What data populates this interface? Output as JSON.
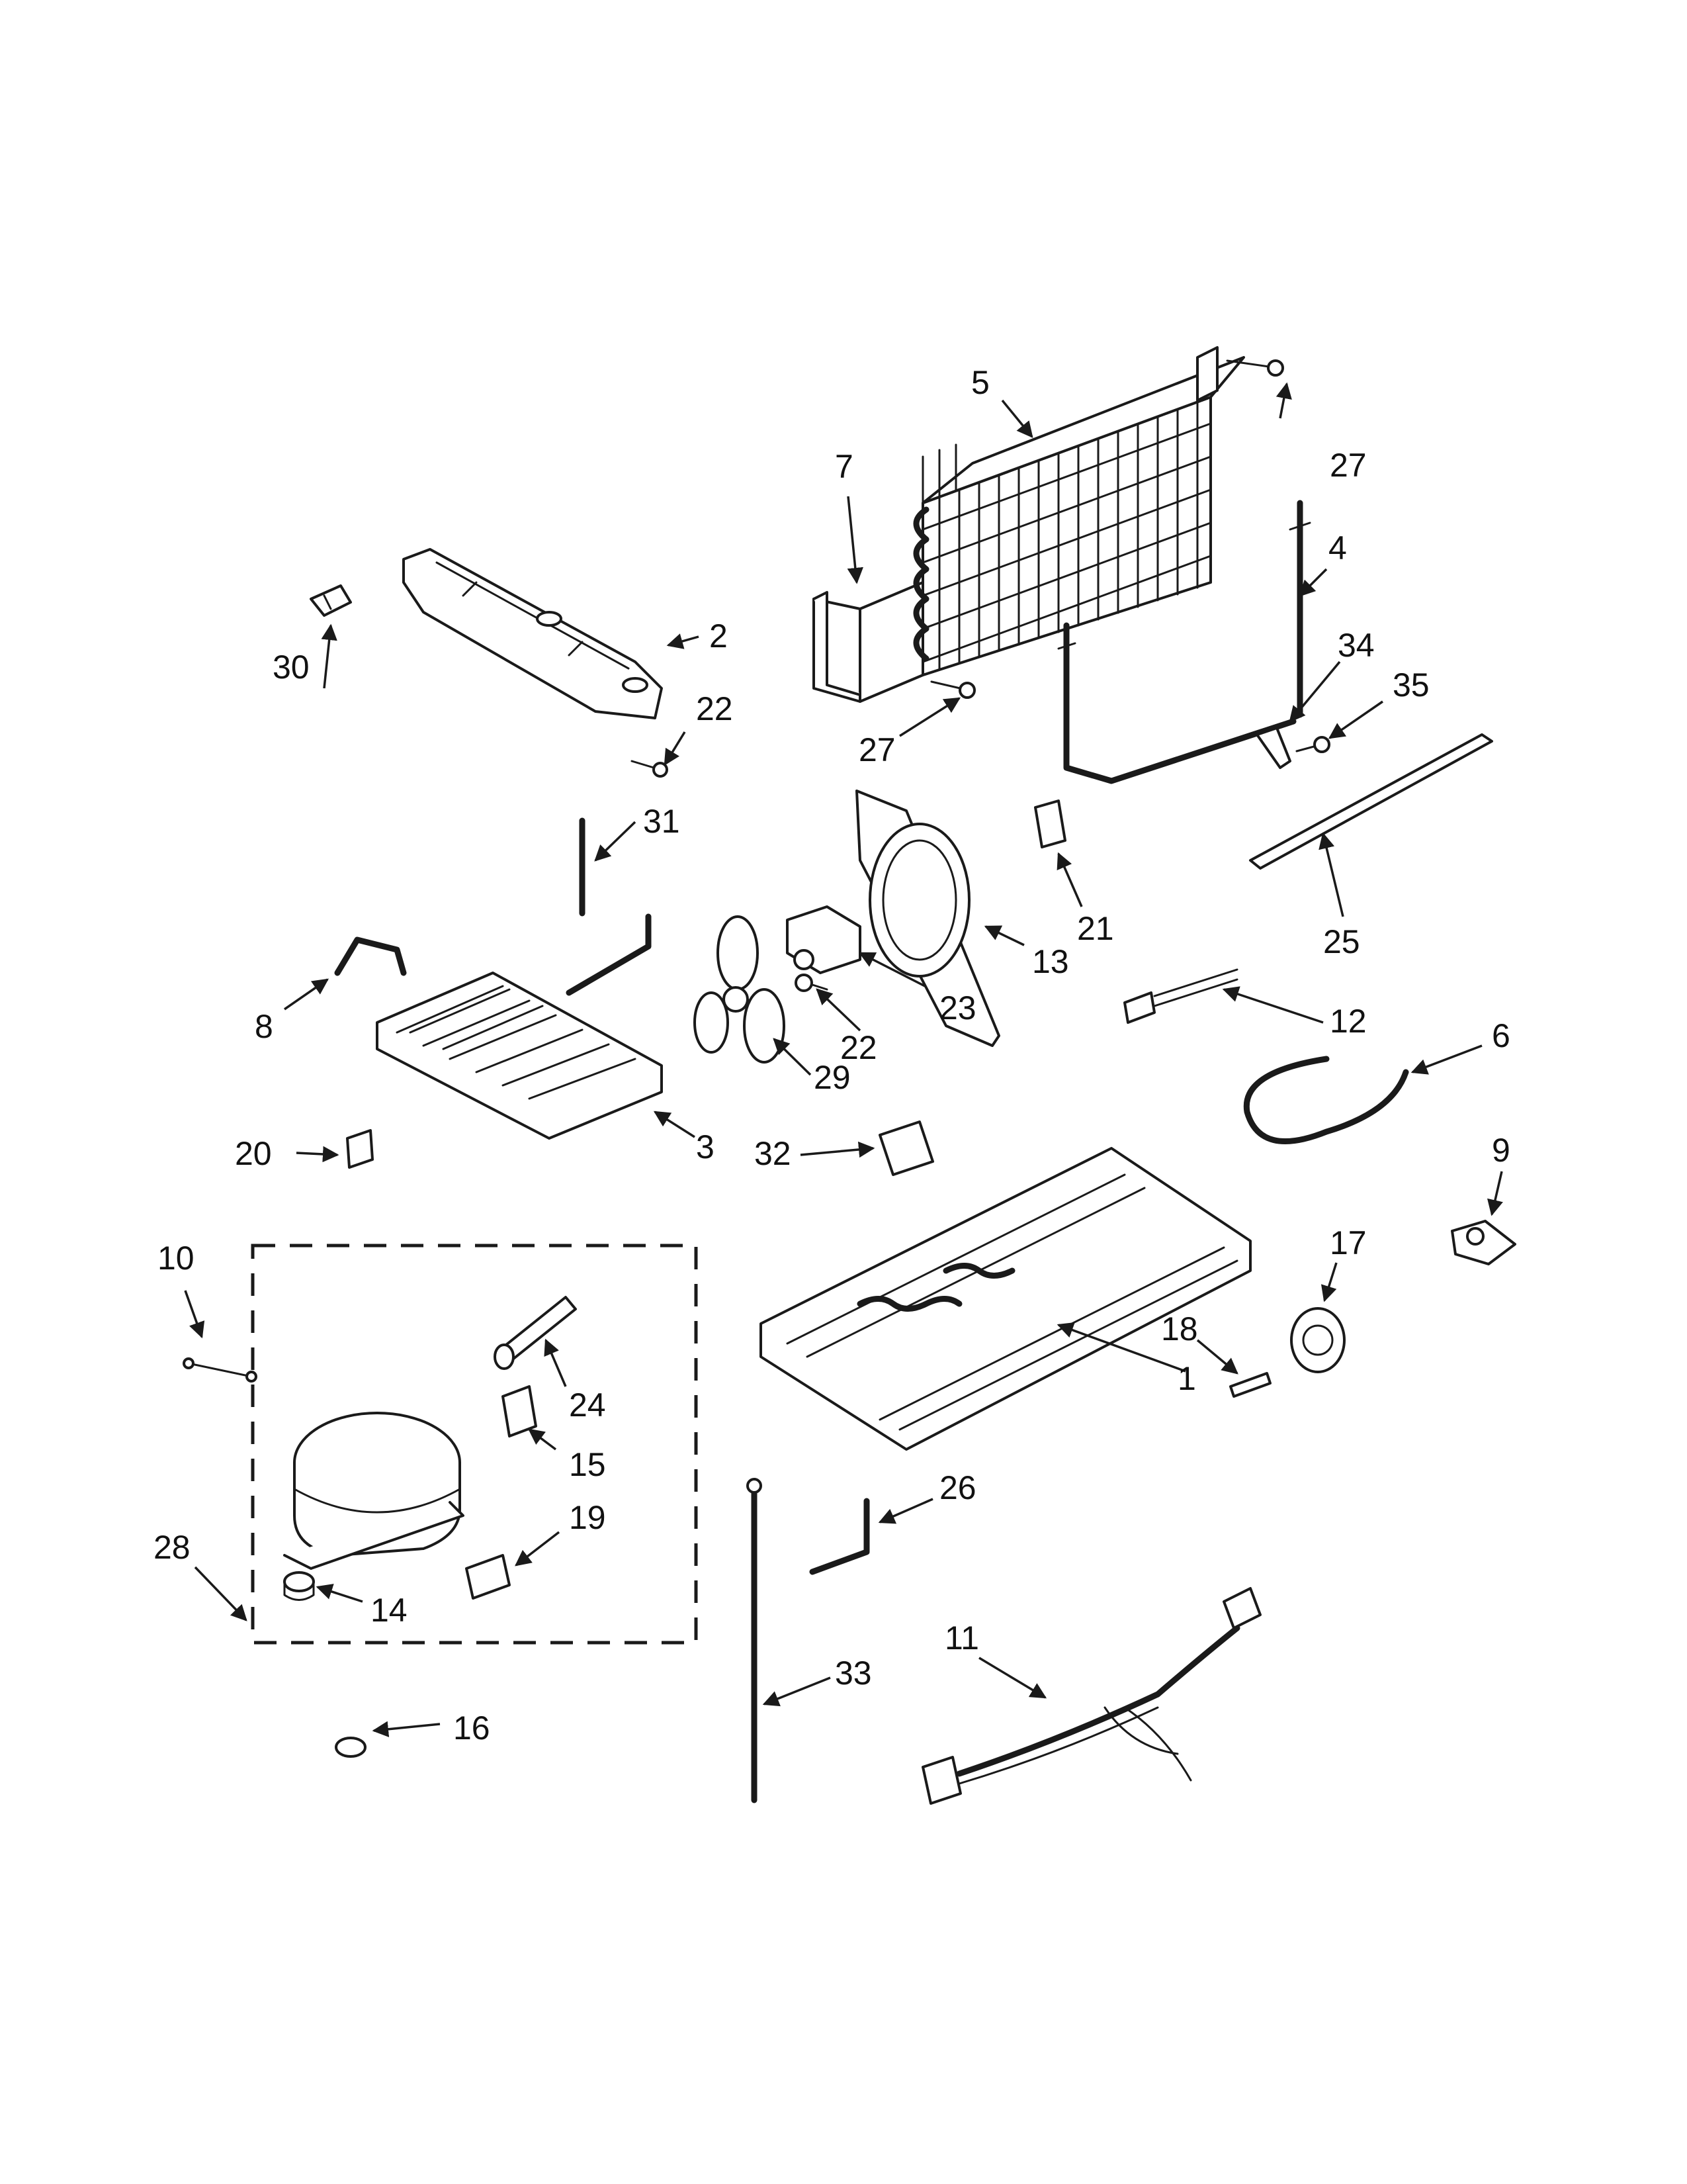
{
  "callouts": {
    "p1": "1",
    "p2": "2",
    "p3": "3",
    "p4": "4",
    "p5": "5",
    "p6": "6",
    "p7": "7",
    "p8": "8",
    "p9": "9",
    "p10": "10",
    "p11": "11",
    "p12": "12",
    "p13": "13",
    "p14": "14",
    "p15": "15",
    "p16": "16",
    "p17": "17",
    "p18": "18",
    "p19": "19",
    "p20": "20",
    "p21": "21",
    "p22a": "22",
    "p22b": "22",
    "p23": "23",
    "p24": "24",
    "p25": "25",
    "p26": "26",
    "p27a": "27",
    "p27b": "27",
    "p28": "28",
    "p29": "29",
    "p30": "30",
    "p31": "31",
    "p32": "32",
    "p33": "33",
    "p34": "34",
    "p35": "35"
  },
  "colors": {
    "line": "#1a1a1a",
    "background": "#ffffff",
    "shade": "#d9d9d9"
  }
}
